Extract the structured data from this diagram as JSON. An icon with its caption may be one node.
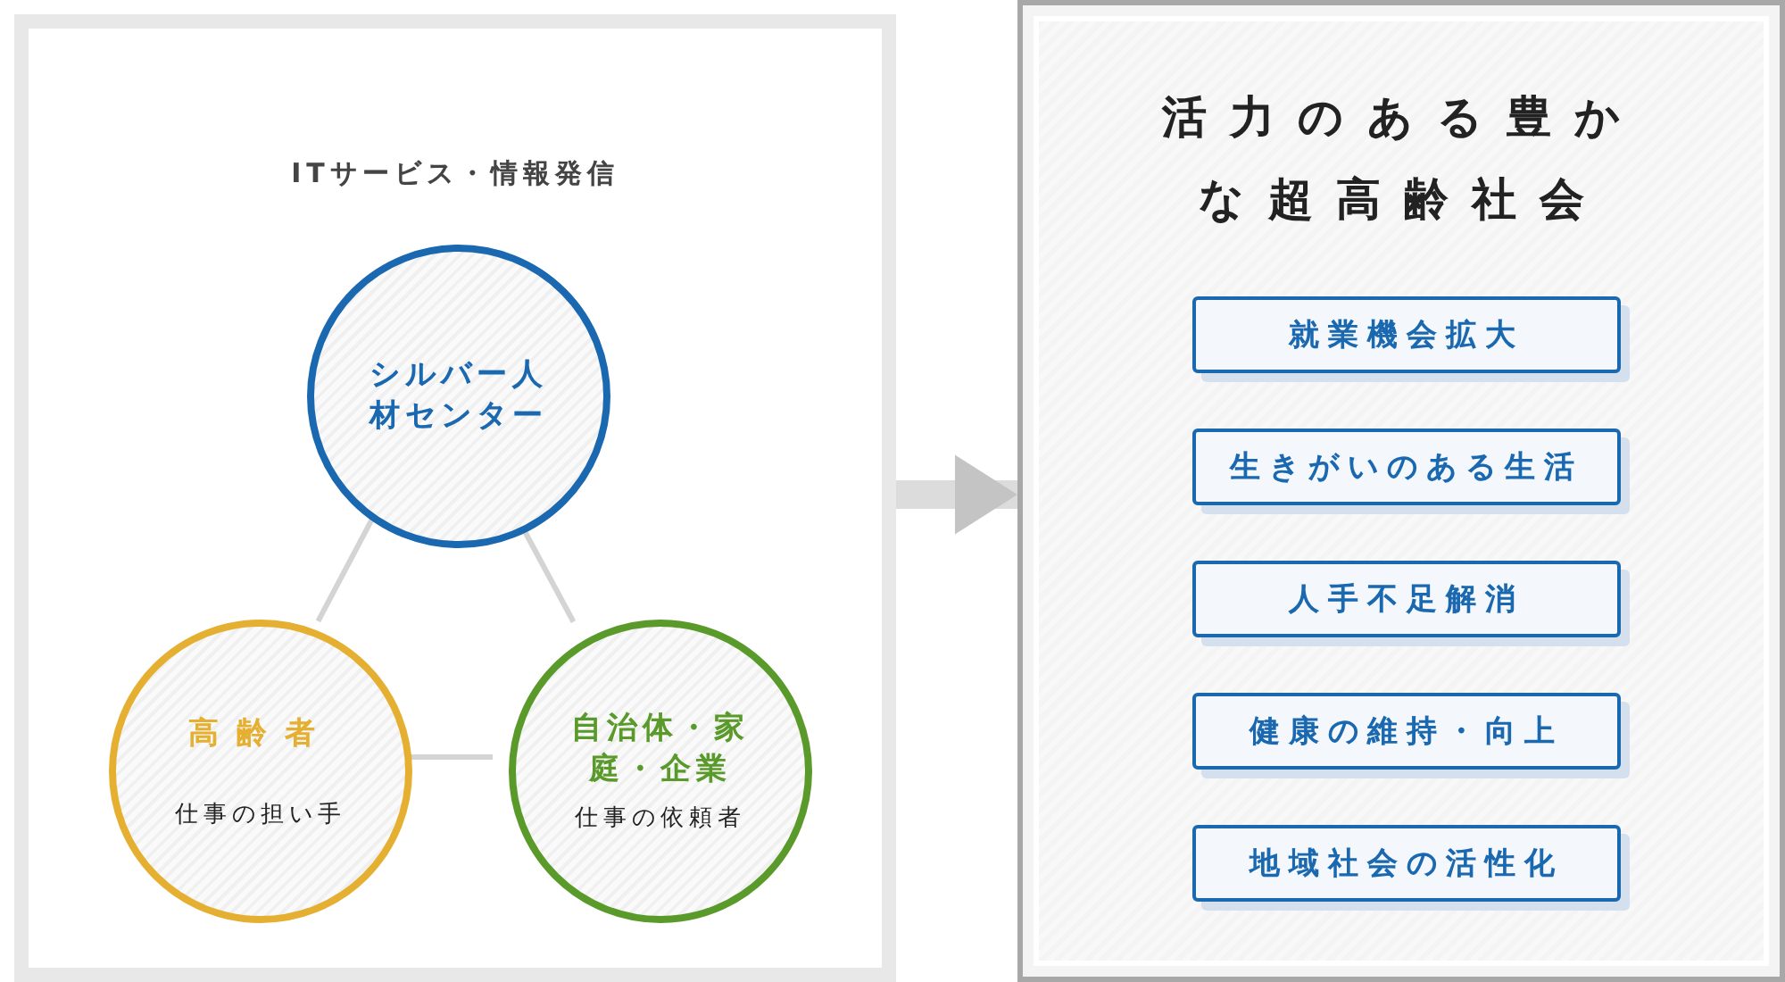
{
  "diagram": {
    "nodes": [
      {
        "text": [
          "ITサービス・情報発信"
        ]
      },
      {
        "text": [
          "シルバー人材センター"
        ],
        "in": 0
      },
      {
        "text": [
          "高齢者",
          "仕事の担い手"
        ],
        "in": 0
      },
      {
        "text": [
          "自治体・家庭・企業",
          "仕事の依頼者"
        ],
        "in": 0
      },
      {
        "text": [
          "活力のある豊かな超高齢社会"
        ]
      },
      {
        "text": [
          "就業機会拡大"
        ],
        "in": 4
      },
      {
        "text": [
          "生きがいのある生活"
        ],
        "in": 4
      },
      {
        "text": [
          "人手不足解消"
        ],
        "in": 4
      },
      {
        "text": [
          "健康の維持・向上"
        ],
        "in": 4
      },
      {
        "text": [
          "地域社会の活性化"
        ],
        "in": 4
      }
    ],
    "edges": [
      {
        "from": 1,
        "to": 2,
        "arrow": "none"
      },
      {
        "from": 1,
        "to": 3,
        "arrow": "none"
      },
      {
        "from": 2,
        "to": 3,
        "arrow": "none"
      },
      {
        "from": 0,
        "to": 4,
        "arrow": "to",
        "style": "thick"
      }
    ]
  }
}
